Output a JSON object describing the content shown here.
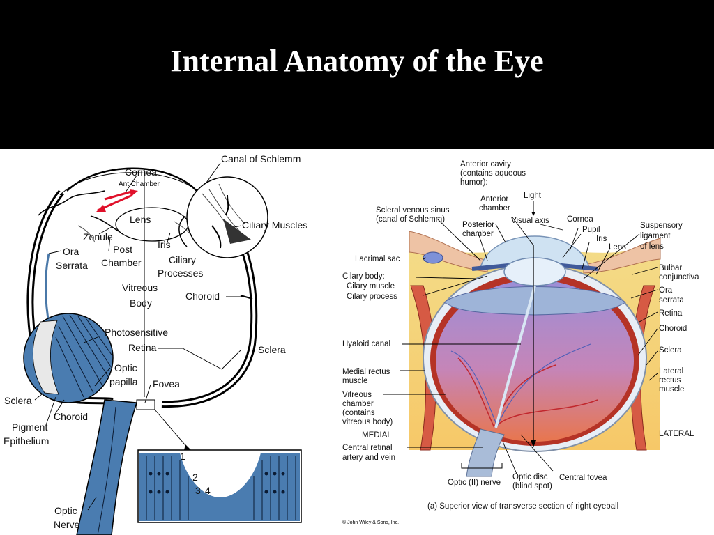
{
  "title": "Internal Anatomy of the Eye",
  "left_diagram": {
    "labels": {
      "cornea": "Cornea",
      "ant_chamber": "Ant Chamber",
      "canal_of_schlemm": "Canal of Schlemm",
      "lens": "Lens",
      "ciliary_muscles": "Ciliary Muscles",
      "zonule": "Zonule",
      "ora_1": "Ora",
      "ora_2": "Serrata",
      "post_1": "Post",
      "post_2": "Chamber",
      "iris": "Iris",
      "ciliary_1": "Ciliary",
      "ciliary_2": "Processes",
      "vitreous_1": "Vitreous",
      "vitreous_2": "Body",
      "choroid_top": "Choroid",
      "photo_1": "Photosensitive",
      "photo_2": "Retina",
      "sclera_right": "Sclera",
      "optic_1": "Optic",
      "optic_2": "papilla",
      "fovea": "Fovea",
      "sclera_left": "Sclera",
      "choroid_bottom": "Choroid",
      "pigment_1": "Pigment",
      "pigment_2": "Epithelium",
      "nerve_1": "Optic",
      "nerve_2": "Nerve",
      "n1": "1",
      "n2": "2",
      "n3": "3",
      "n4": "4"
    }
  },
  "right_diagram": {
    "labels": {
      "anterior_cavity_1": "Anterior cavity",
      "anterior_cavity_2": "(contains aqueous",
      "anterior_cavity_3": "humor):",
      "light": "Light",
      "anterior_chamber_1": "Anterior",
      "anterior_chamber_2": "chamber",
      "scleral_1": "Scleral venous sinus",
      "scleral_2": "(canal of Schlemm)",
      "visual_axis": "Visual axis",
      "cornea": "Cornea",
      "posterior_1": "Posterior",
      "posterior_2": "chamber",
      "pupil": "Pupil",
      "iris": "Iris",
      "lens": "Lens",
      "suspensory_1": "Suspensory",
      "suspensory_2": "ligament",
      "suspensory_3": "of lens",
      "lacrimal_sac": "Lacrimal sac",
      "bulbar_1": "Bulbar",
      "bulbar_2": "conjunctiva",
      "ciliary_body": "Cilary body:",
      "ciliary_muscle": "Cilary muscle",
      "ciliary_process": "Cilary process",
      "ora_1": "Ora",
      "ora_2": "serrata",
      "retina": "Retina",
      "choroid": "Choroid",
      "hyaloid": "Hyaloid canal",
      "sclera": "Sclera",
      "medial_rectus_1": "Medial rectus",
      "medial_rectus_2": "muscle",
      "lateral_rectus_1": "Lateral",
      "lateral_rectus_2": "rectus",
      "lateral_rectus_3": "muscle",
      "vitreous_1": "Vitreous",
      "vitreous_2": "chamber",
      "vitreous_3": "(contains",
      "vitreous_4": "vitreous body)",
      "medial": "MEDIAL",
      "lateral": "LATERAL",
      "central_retinal_1": "Central retinal",
      "central_retinal_2": "artery and vein",
      "optic_nerve": "Optic (II) nerve",
      "optic_disc_1": "Optic disc",
      "optic_disc_2": "(blind spot)",
      "central_fovea": "Central fovea",
      "caption": "(a) Superior view of transverse section of right eyeball",
      "copyright": "© John Wiley & Sons, Inc."
    }
  }
}
